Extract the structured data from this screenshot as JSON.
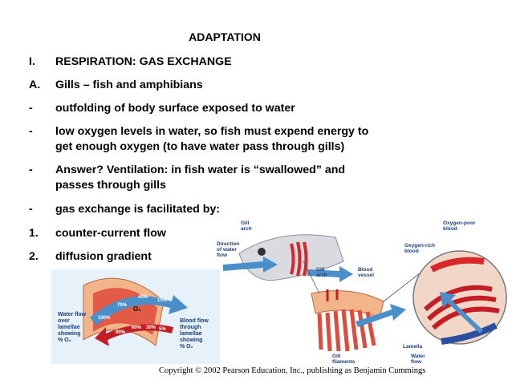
{
  "slide": {
    "title": "ADAPTATION",
    "items": [
      {
        "marker": "I.",
        "lines": [
          "RESPIRATION: GAS EXCHANGE"
        ]
      },
      {
        "marker": "A.",
        "lines": [
          "Gills – fish and amphibians"
        ]
      },
      {
        "marker": "-",
        "lines": [
          "outfolding of body surface exposed to water"
        ]
      },
      {
        "marker": "-",
        "lines": [
          "low oxygen levels in water, so fish must expend energy to",
          "get enough oxygen (to have water pass through gills)"
        ]
      },
      {
        "marker": "-",
        "lines": [
          "Answer? Ventilation: in fish water is “swallowed” and",
          "passes through gills"
        ]
      },
      {
        "marker": "-",
        "lines": [
          "gas exchange is facilitated by:"
        ]
      },
      {
        "marker": "1.",
        "lines": [
          "counter-current flow"
        ]
      },
      {
        "marker": "2.",
        "lines": [
          "diffusion gradient"
        ]
      }
    ],
    "footer": "Copyright © 2002 Pearson Education, Inc., publishing as Benjamin Cummings"
  },
  "figure_left": {
    "water_label": [
      "Water flow",
      "over",
      "lamellae",
      "showing",
      "% O₂"
    ],
    "blood_label": [
      "Blood flow",
      "through",
      "lamellae",
      "showing",
      "% O₂"
    ],
    "water_values": [
      "100%",
      "70%",
      "40%",
      "15%"
    ],
    "blood_values": [
      "90%",
      "60%",
      "30%",
      "5%"
    ],
    "o2_label": "O₂"
  },
  "figure_right": {
    "labels": {
      "gill_arch": [
        "Gill",
        "arch"
      ],
      "direction": [
        "Direction",
        "of water",
        "flow"
      ],
      "gill_arch2": [
        "Gill",
        "arch"
      ],
      "blood_vessel": [
        "Blood",
        "vessel"
      ],
      "gill_filaments": [
        "Gill",
        "filaments"
      ],
      "oxygen_poor": [
        "Oxygen-poor",
        "blood"
      ],
      "oxygen_rich": [
        "Oxygen-rich",
        "blood"
      ],
      "lamella": "Lamella",
      "water_flow": [
        "Water",
        "flow"
      ]
    }
  },
  "colors": {
    "water": "#4a8fc9",
    "blood_rich": "#d8262b",
    "blood_poor": "#2a4f9e",
    "tissue": "#f2b58a",
    "panel_bg": "#e6f1fa"
  }
}
